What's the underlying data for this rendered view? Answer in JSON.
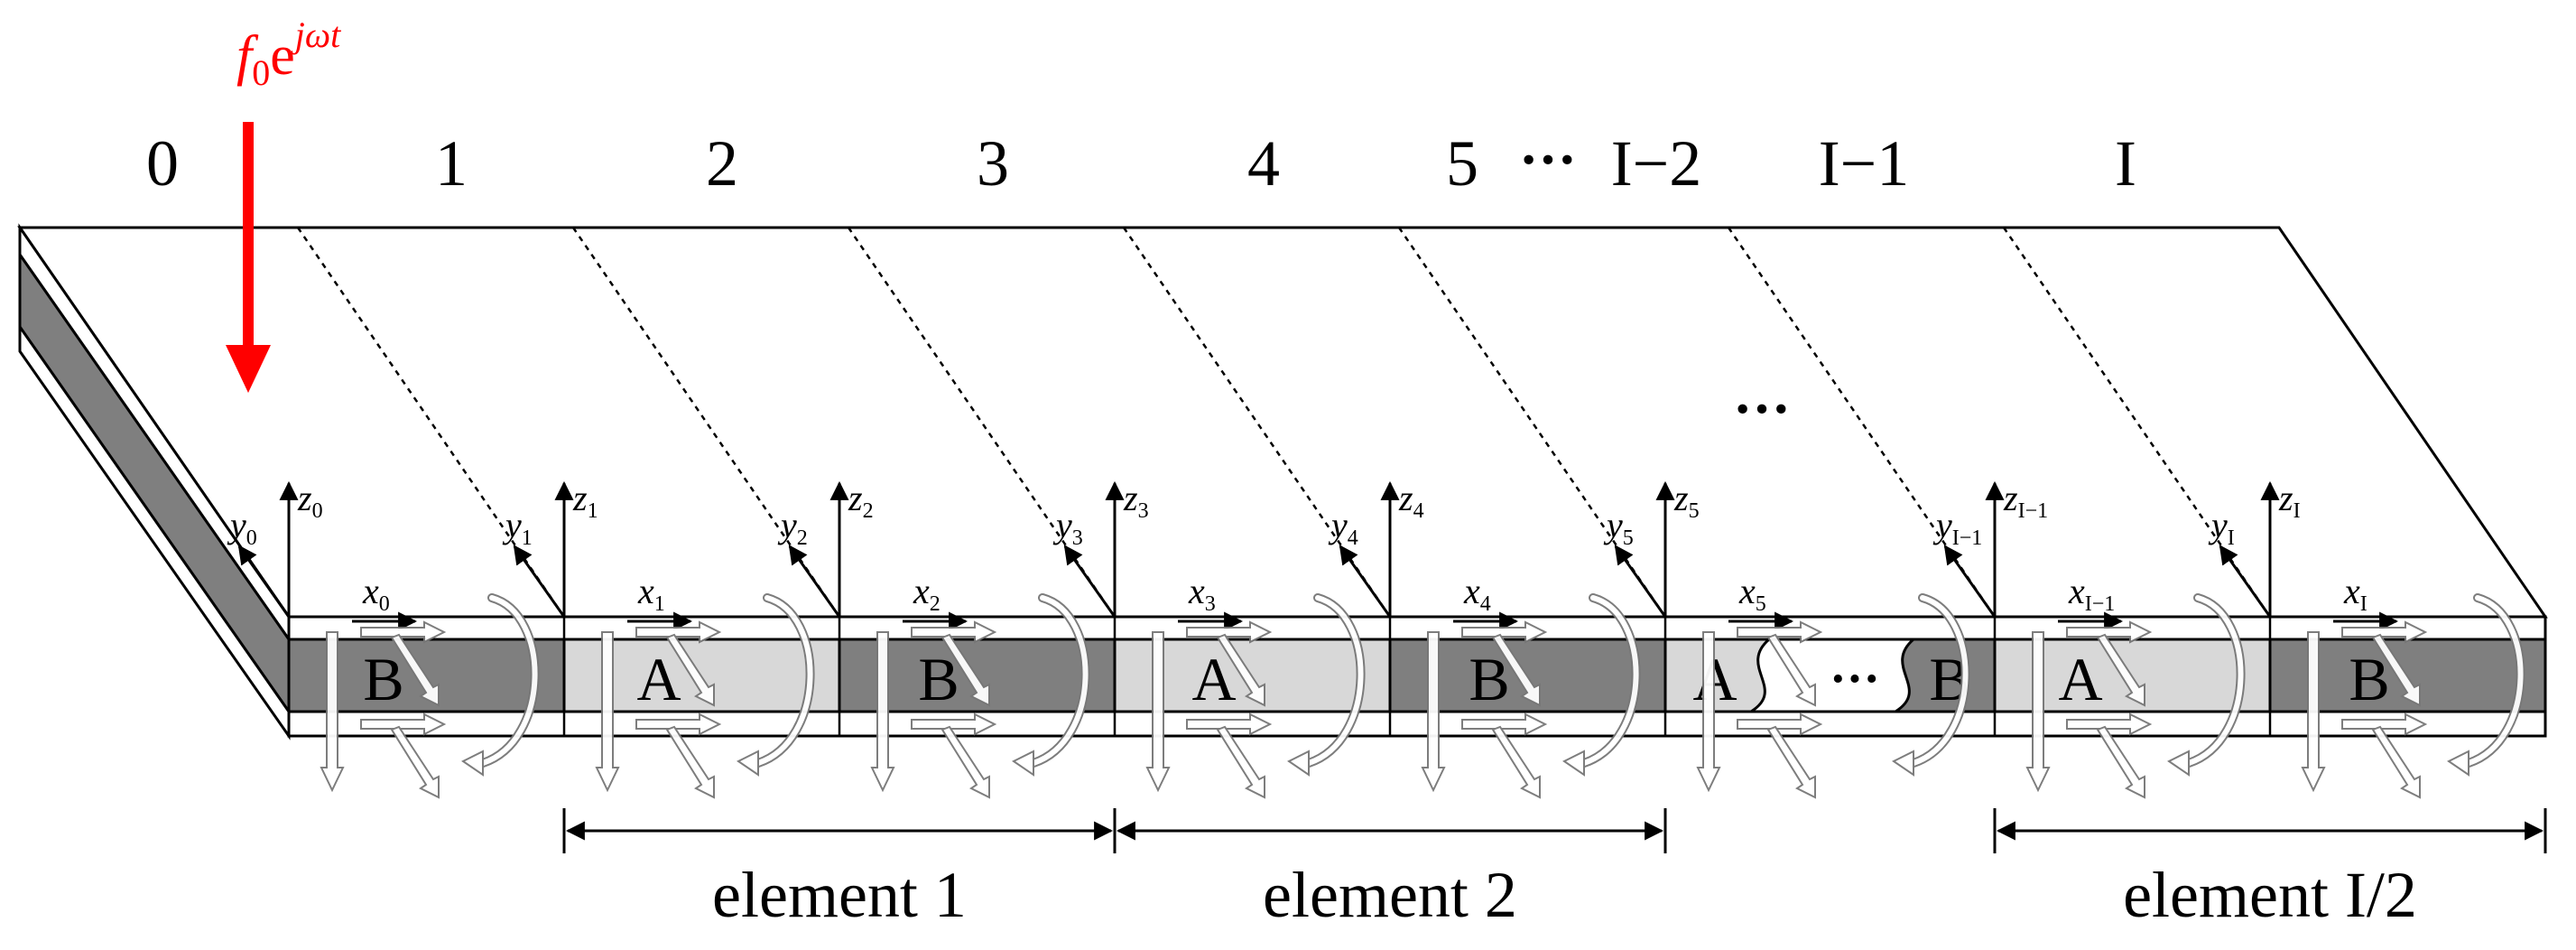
{
  "force": {
    "symbol": "f",
    "subscript": "0",
    "base": "e",
    "exponent": "jωt",
    "color": "#ff0000"
  },
  "segment_labels": [
    "0",
    "1",
    "2",
    "3",
    "4",
    "5",
    "I−2",
    "I−1",
    "I"
  ],
  "top_ellipsis": "···",
  "surface_ellipsis": "···",
  "cells": [
    {
      "material": "B",
      "shade": "dark"
    },
    {
      "material": "A",
      "shade": "light"
    },
    {
      "material": "B",
      "shade": "dark"
    },
    {
      "material": "A",
      "shade": "light"
    },
    {
      "material": "B",
      "shade": "dark"
    },
    {
      "material": "A",
      "shade": "light"
    },
    {
      "material": "A",
      "shade": "light"
    },
    {
      "material": "B",
      "shade": "dark"
    }
  ],
  "gap_ellipsis": "···",
  "gap_right_material": "B",
  "frames": [
    {
      "x_sub": "0",
      "y_sub": "0",
      "z_sub": "0"
    },
    {
      "x_sub": "1",
      "y_sub": "1",
      "z_sub": "1"
    },
    {
      "x_sub": "2",
      "y_sub": "2",
      "z_sub": "2"
    },
    {
      "x_sub": "3",
      "y_sub": "3",
      "z_sub": "3"
    },
    {
      "x_sub": "4",
      "y_sub": "4",
      "z_sub": "4"
    },
    {
      "x_sub": "5",
      "y_sub": "5",
      "z_sub": "5"
    },
    {
      "x_sub": "I−1",
      "y_sub": "I−1",
      "z_sub": "I−1"
    },
    {
      "x_sub": "I",
      "y_sub": "I",
      "z_sub": "I"
    }
  ],
  "axis_letters": {
    "x": "x",
    "y": "y",
    "z": "z"
  },
  "elements": [
    {
      "label": "element 1"
    },
    {
      "label": "element 2"
    },
    {
      "label": "element I/2"
    }
  ],
  "colors": {
    "dark_core": "#7f7f7f",
    "light_core": "#d8d8d8",
    "face_layer": "#ffffff",
    "stroke": "#000000",
    "force_arrow": "#ff0000"
  }
}
